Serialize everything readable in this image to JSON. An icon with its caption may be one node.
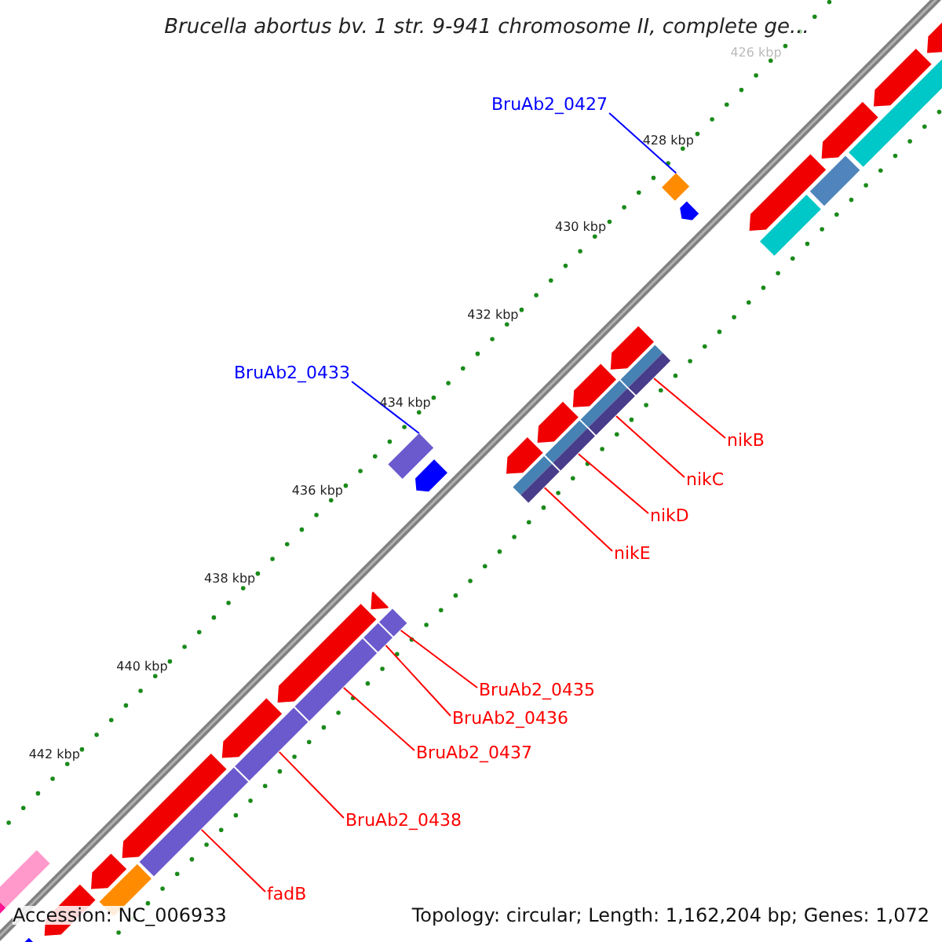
{
  "diagram": {
    "title": "Brucella abortus bv. 1 str. 9-941 chromosome II, complete ge...",
    "nodes": [
      {
        "text": [
          "BruAb2_0427"
        ]
      },
      {
        "text": [],
        "shape": "bar"
      },
      {
        "text": [
          "BruAb2_0433"
        ]
      },
      {
        "text": [],
        "shape": "bar"
      },
      {
        "text": [
          "nikB"
        ]
      },
      {
        "text": [],
        "shape": "bar"
      },
      {
        "text": [
          "nikC"
        ]
      },
      {
        "text": [],
        "shape": "bar"
      },
      {
        "text": [
          "nikD"
        ]
      },
      {
        "text": [],
        "shape": "bar"
      },
      {
        "text": [
          "nikE"
        ]
      },
      {
        "text": [],
        "shape": "bar"
      },
      {
        "text": [
          "BruAb2_0435"
        ]
      },
      {
        "text": [],
        "shape": "bar"
      },
      {
        "text": [
          "BruAb2_0436"
        ]
      },
      {
        "text": [],
        "shape": "bar"
      },
      {
        "text": [
          "BruAb2_0437"
        ]
      },
      {
        "text": [],
        "shape": "bar"
      },
      {
        "text": [
          "BruAb2_0438"
        ]
      },
      {
        "text": [],
        "shape": "bar"
      },
      {
        "text": [
          "fadB"
        ]
      },
      {
        "text": [],
        "shape": "bar"
      }
    ],
    "edges": [
      {
        "from": 0,
        "to": 1,
        "arrow": "none",
        "color": "#0000ff"
      },
      {
        "from": 2,
        "to": 3,
        "arrow": "none",
        "color": "#0000ff"
      },
      {
        "from": 4,
        "to": 5,
        "arrow": "none"
      },
      {
        "from": 6,
        "to": 7,
        "arrow": "none"
      },
      {
        "from": 8,
        "to": 9,
        "arrow": "none"
      },
      {
        "from": 10,
        "to": 11,
        "arrow": "none"
      },
      {
        "from": 12,
        "to": 13,
        "arrow": "none"
      },
      {
        "from": 14,
        "to": 15,
        "arrow": "none"
      },
      {
        "from": 16,
        "to": 17,
        "arrow": "none"
      },
      {
        "from": 18,
        "to": 19,
        "arrow": "none"
      },
      {
        "from": 20,
        "to": 21,
        "arrow": "none"
      }
    ],
    "labels": [
      "426 kbp",
      "428 kbp",
      "430 kbp",
      "432 kbp",
      "434 kbp",
      "436 kbp",
      "438 kbp",
      "440 kbp",
      "442 kbp",
      "Accession: NC_006933",
      "Topology: circular; Length: 1,162,204 bp; Genes: 1,072"
    ]
  }
}
